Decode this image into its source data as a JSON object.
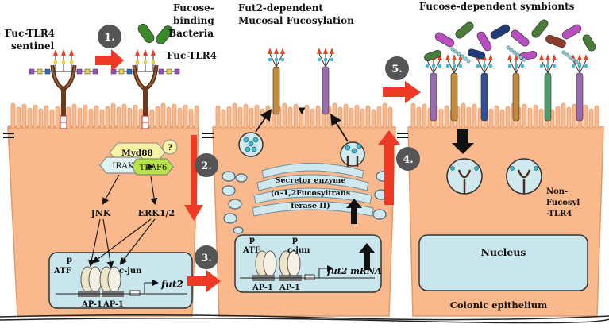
{
  "labels": {
    "sentinel_l1": "Fuc-TLR4",
    "sentinel_l2": "sentinel",
    "fucose_binding_l1": "Fucose-",
    "fucose_binding_l2": "binding",
    "fucose_binding_l3": "Bacteria",
    "fuc_tlr4": "Fuc-TLR4",
    "fut2_title_l1": "Fut2-dependent",
    "fut2_title_l2": "Mucosal Fucosylation",
    "symbionts_title": "Fucose-dependent symbionts",
    "myd88": "Myd88",
    "question": "?",
    "irak": "IRAK",
    "traf6": "TRAF6",
    "jnk": "JNK",
    "erk": "ERK1/2",
    "p": "p",
    "atf": "ATF",
    "cjun": "c-jun",
    "ap1": "AP-1",
    "fut2": "fut2",
    "fut2_mrna": "fut2 mRNA",
    "secretor_l1": "Secretor enzyme",
    "secretor_l2": "(α-1,2Fucosyltrans",
    "secretor_l3": "ferase II)",
    "non_fuc_l1": "Non-",
    "non_fuc_l2": "Fucosyl",
    "non_fuc_l3": "-TLR4",
    "nucleus": "Nucleus",
    "colonic": "Colonic epithelium"
  },
  "steps": [
    "1.",
    "2.",
    "3.",
    "4.",
    "5."
  ],
  "colors": {
    "cell_fill": "#f9b98c",
    "cell_stroke": "#e39a68",
    "nucleus_fill": "#c9e6ec",
    "arrow_red": "#ee3a24",
    "step_circle": "#555555"
  }
}
